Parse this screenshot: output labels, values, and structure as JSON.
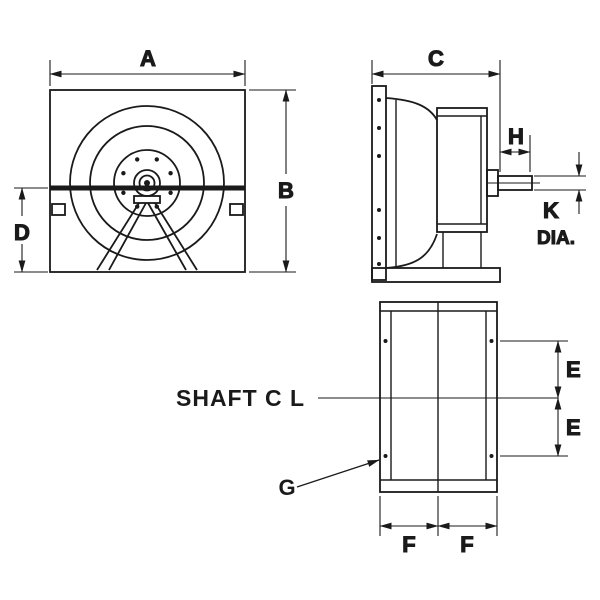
{
  "colors": {
    "line": "#1a1a1a",
    "background": "#ffffff"
  },
  "labels": {
    "dim_a": "A",
    "dim_b": "B",
    "dim_c": "C",
    "dim_d": "D",
    "dim_e_top": "E",
    "dim_e_bottom": "E",
    "dim_f_left": "F",
    "dim_f_right": "F",
    "dim_g": "G",
    "dim_h": "H",
    "dim_k": "K",
    "dim_k_dia": "DIA.",
    "shaft_centerline": "SHAFT C L"
  }
}
